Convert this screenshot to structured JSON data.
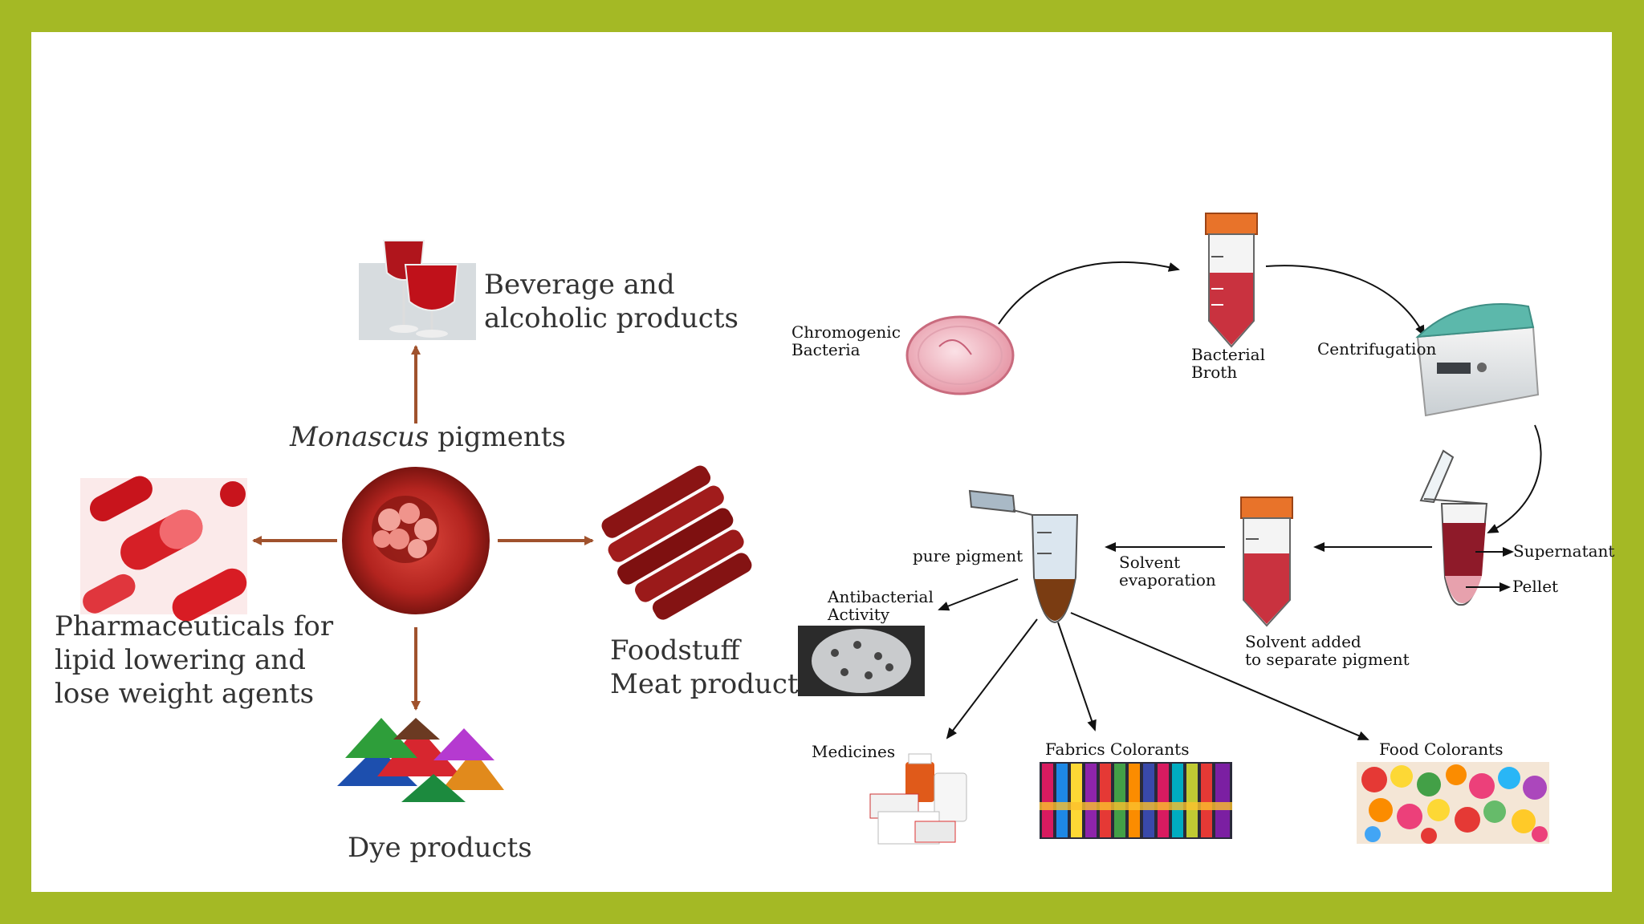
{
  "left_panel": {
    "center_label_italic": "Monascus",
    "center_label_rest": " pigments",
    "beverage": [
      "Beverage and",
      "alcoholic products"
    ],
    "pharma": [
      "Pharmaceuticals for",
      "lipid lowering and",
      "lose weight agents"
    ],
    "foodstuff": [
      "Foodstuff",
      "Meat products"
    ],
    "dye": "Dye products"
  },
  "right_panel": {
    "chromogenic": [
      "Chromogenic",
      "Bacteria"
    ],
    "broth": [
      "Bacterial",
      "Broth"
    ],
    "centrifugation": "Centrifugation",
    "supernatant": "Supernatant",
    "pellet": "Pellet",
    "solvent_added": [
      "Solvent added",
      "to separate pigment"
    ],
    "solvent_evap": [
      "Solvent",
      "evaporation"
    ],
    "pure_pigment": "pure pigment",
    "antibacterial": [
      "Antibacterial",
      "Activity"
    ],
    "medicines": "Medicines",
    "fabrics": "Fabrics Colorants",
    "food_colorants": "Food Colorants"
  },
  "colors": {
    "frame": "#a4b925",
    "arrow_left": "#a0522d",
    "pigment_red": "#b5212a",
    "tube_cap": "#e8732a"
  }
}
